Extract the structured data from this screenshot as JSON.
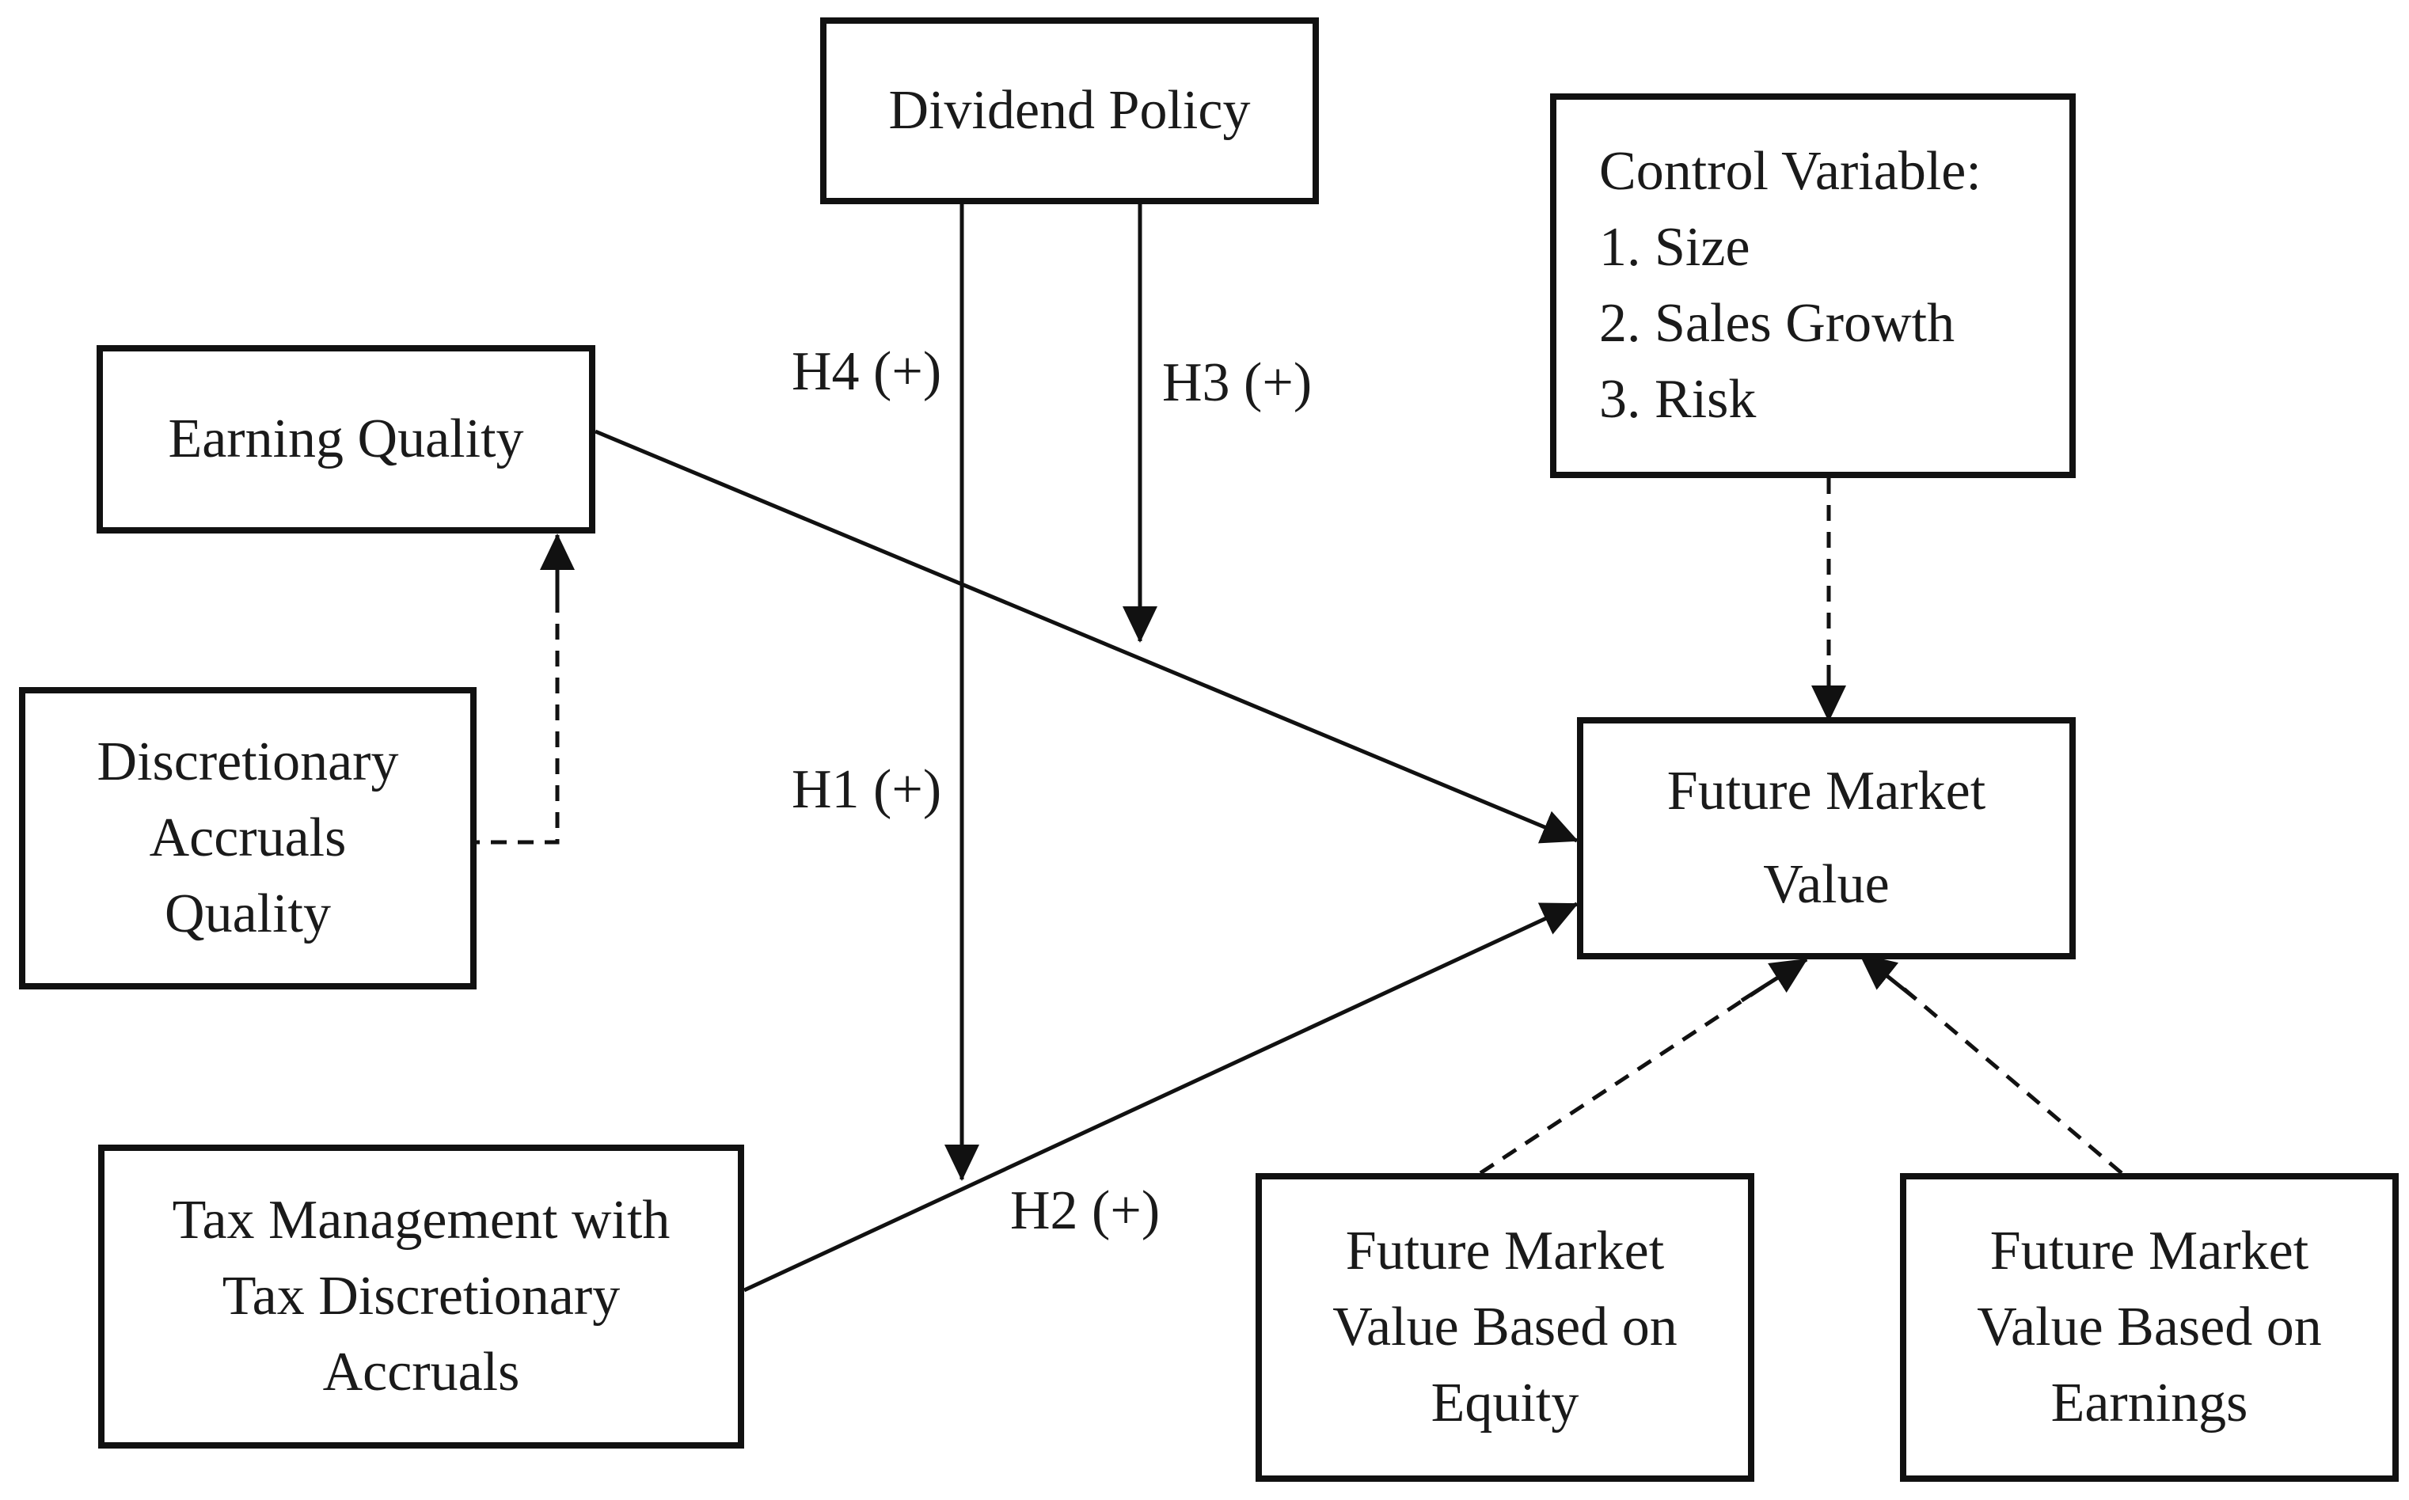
{
  "nodes": {
    "dividend_policy": {
      "lines": [
        "Dividend Policy"
      ]
    },
    "control_variable": {
      "lines": [
        "Control Variable:",
        "1.  Size",
        "2.  Sales Growth",
        "3.  Risk"
      ]
    },
    "earning_quality": {
      "lines": [
        "Earning Quality"
      ]
    },
    "discretionary_accruals_quality": {
      "lines": [
        "Discretionary",
        "Accruals",
        "Quality"
      ]
    },
    "future_market_value": {
      "lines": [
        "Future Market",
        "Value"
      ]
    },
    "tax_management": {
      "lines": [
        "Tax Management with",
        "Tax Discretionary",
        "Accruals"
      ]
    },
    "fmv_equity": {
      "lines": [
        "Future Market",
        "Value Based on",
        "Equity"
      ]
    },
    "fmv_earnings": {
      "lines": [
        "Future Market",
        "Value Based on",
        "Earnings"
      ]
    }
  },
  "hypotheses": {
    "h1": "H1 (+)",
    "h2": "H2 (+)",
    "h3": "H3 (+)",
    "h4": "H4 (+)"
  },
  "colors": {
    "stroke": "#111111",
    "text": "#1a1a1a",
    "background": "#ffffff"
  }
}
